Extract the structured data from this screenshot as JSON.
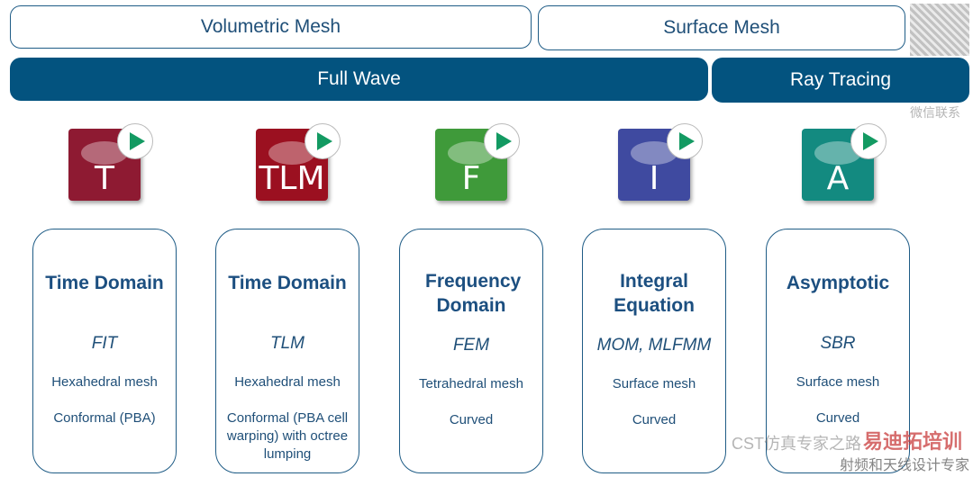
{
  "top_row": {
    "volumetric": "Volumetric Mesh",
    "surface": "Surface Mesh"
  },
  "second_row": {
    "full_wave": "Full Wave",
    "ray_tracing": "Ray Tracing"
  },
  "solvers": [
    {
      "icon_letter": "T",
      "color": "#8e1a32",
      "title": "Time Domain",
      "method": "FIT",
      "desc1": "Hexahedral mesh",
      "desc2": "Conformal (PBA)"
    },
    {
      "icon_letter": "TLM",
      "color": "#9b1020",
      "title": "Time Domain",
      "method": "TLM",
      "desc1": "Hexahedral mesh",
      "desc2": "Conformal (PBA cell warping) with octree lumping"
    },
    {
      "icon_letter": "F",
      "color": "#3f9a3a",
      "title": "Frequency Domain",
      "method": "FEM",
      "desc1": "Tetrahedral mesh",
      "desc2": "Curved"
    },
    {
      "icon_letter": "I",
      "color": "#3f4aa0",
      "title": "Integral Equation",
      "method": "MOM, MLFMM",
      "desc1": "Surface mesh",
      "desc2": "Curved"
    },
    {
      "icon_letter": "A",
      "color": "#138a80",
      "title": "Asymptotic",
      "method": "SBR",
      "desc1": "Surface mesh",
      "desc2": "Curved"
    }
  ],
  "watermarks": {
    "wechat": "CST仿真专家之路",
    "brand": "易迪拓培训",
    "slogan": "射频和天线设计专家",
    "qr_caption": "微信联系"
  }
}
